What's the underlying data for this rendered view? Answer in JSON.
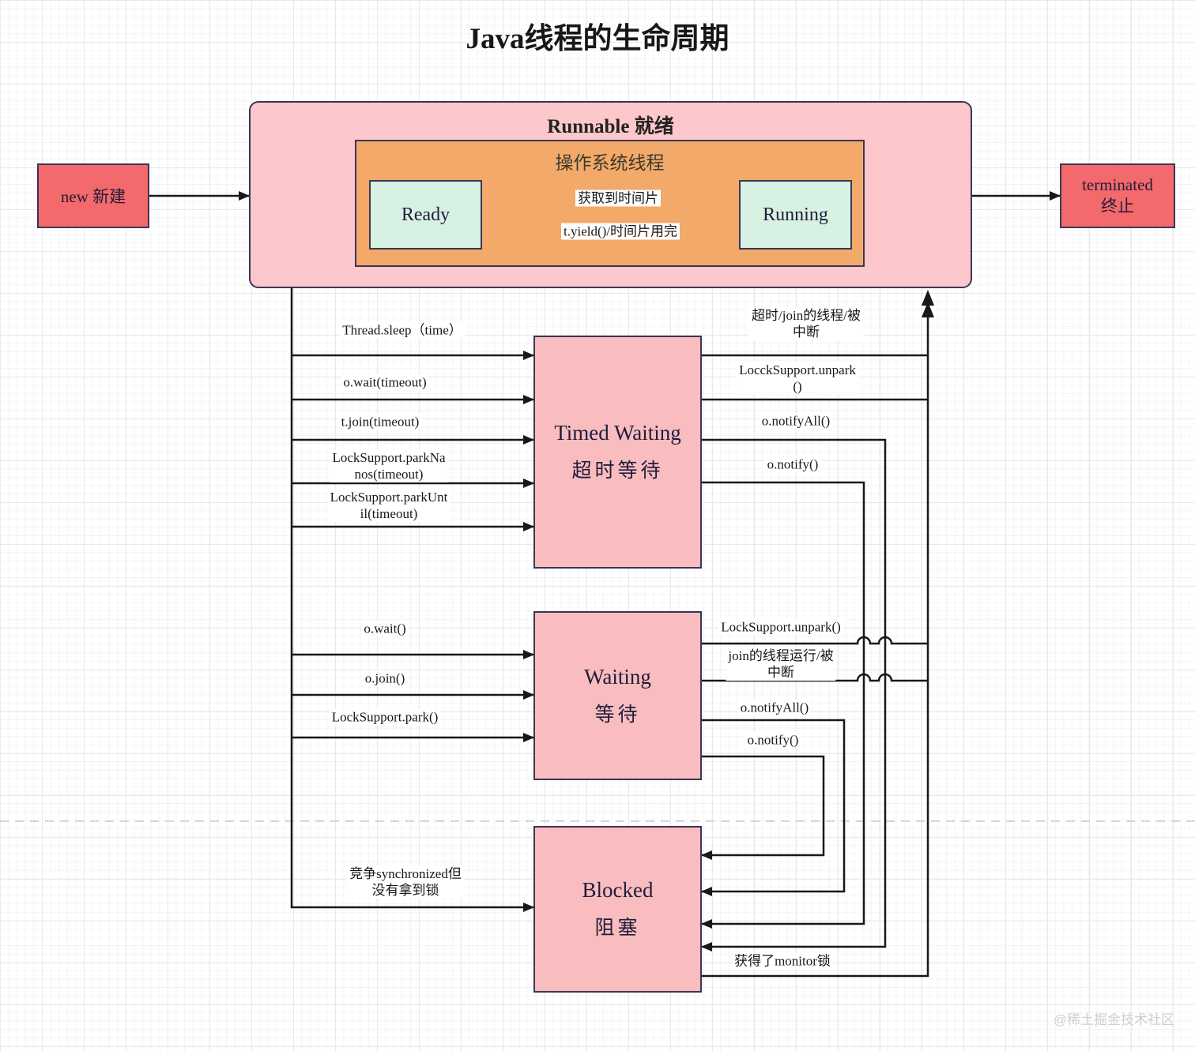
{
  "title": "Java线程的生命周期",
  "watermark": "@稀土掘金技术社区",
  "colors": {
    "new_terminated_fill": "#f4696b",
    "runnable_fill": "#fcc8cb",
    "os_thread_fill": "#f3a969",
    "ready_running_fill": "#d7f1e3",
    "state_fill": "#f9bdc0",
    "node_border": "#3a3756",
    "connector": "#181818"
  },
  "nodes": {
    "new_label": "new 新建",
    "runnable_title": "Runnable 就绪",
    "os_thread_title": "操作系统线程",
    "ready": "Ready",
    "running": "Running",
    "terminated_en": "terminated",
    "terminated_zh": "终止",
    "timed_waiting_en": "Timed Waiting",
    "timed_waiting_zh": "超时等待",
    "waiting_en": "Waiting",
    "waiting_zh": "等待",
    "blocked_en": "Blocked",
    "blocked_zh": "阻塞"
  },
  "edges": {
    "get_timeslice": "获取到时间片",
    "yield_timeslice": "t.yield()/时间片用完",
    "thread_sleep": "Thread.sleep（time）",
    "o_wait_timeout": "o.wait(timeout)",
    "t_join_timeout": "t.join(timeout)",
    "park_nanos": "LockSupport.parkNa\nnos(timeout)",
    "park_until": "LockSupport.parkUnt\nil(timeout)",
    "tw_timeout_interrupted": "超时/join的线程/被\n中断",
    "tw_unpark": "LocckSupport.unpark\n()",
    "tw_notify_all": "o.notifyAll()",
    "tw_notify": "o.notify()",
    "o_wait": "o.wait()",
    "o_join": "o.join()",
    "ls_park": "LockSupport.park()",
    "w_unpark": "LockSupport.unpark()",
    "w_join_interrupted": "join的线程运行/被\n中断",
    "w_notify_all": "o.notifyAll()",
    "w_notify": "o.notify()",
    "sync_blocked": "竞争synchronized但\n没有拿到锁",
    "got_monitor": "获得了monitor锁"
  }
}
